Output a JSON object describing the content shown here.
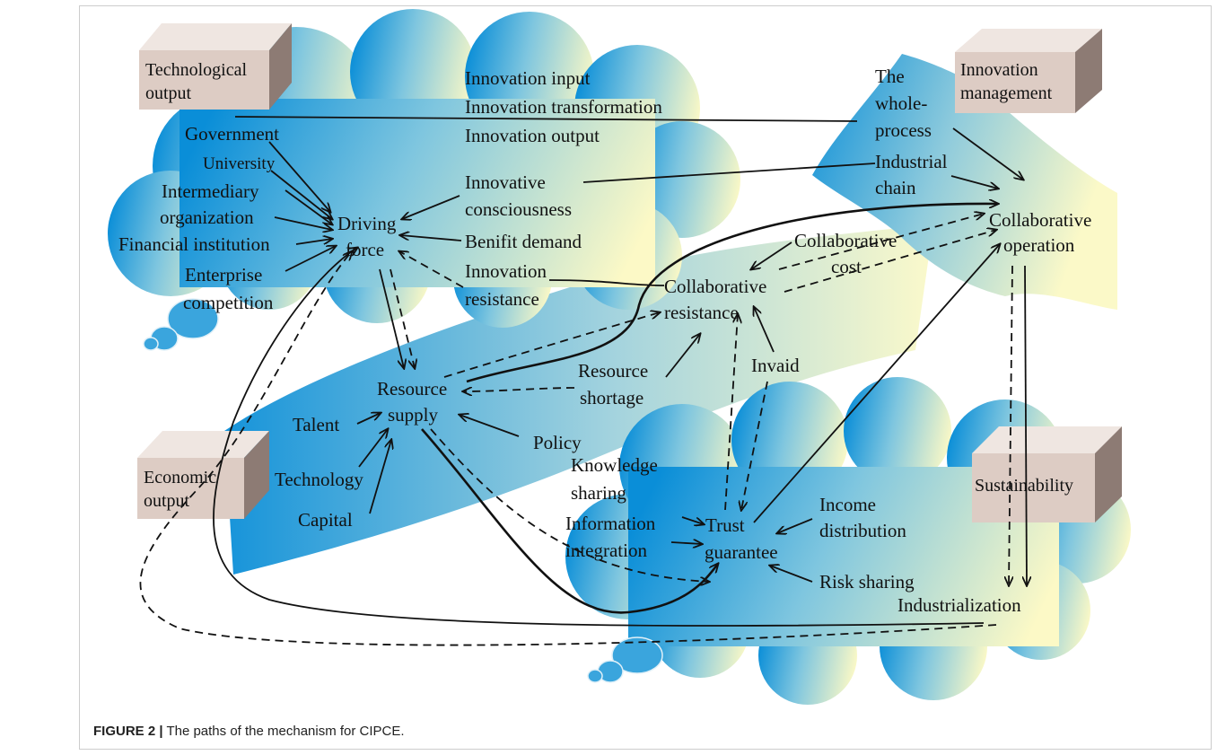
{
  "caption": {
    "label": "FIGURE 2 |",
    "text": " The paths of the mechanism for CIPCE."
  },
  "colors": {
    "blue": "#0a8ed8",
    "cream": "#fbf9c8",
    "box_front": "#ddccc4",
    "box_side": "#8d7b74",
    "box_top": "#efe6e1",
    "ink": "#111111"
  },
  "boxes": {
    "technological_output": [
      "Technological",
      "output"
    ],
    "innovation_management": [
      "Innovation",
      "management"
    ],
    "economic_output": [
      "Economic",
      "output"
    ],
    "sustainability": [
      "Sustainability"
    ]
  },
  "nodes": {
    "innovation_input": "Innovation input",
    "innovation_transformation": "Innovation transformation",
    "innovation_output": "Innovation output",
    "government": "Government",
    "university": "University",
    "intermediary": [
      "Intermediary",
      "organization"
    ],
    "financial": "Financial institution",
    "enterprise": [
      "Enterprise",
      "competition"
    ],
    "driving_force": [
      "Driving",
      "force"
    ],
    "innovative_consciousness": [
      "Innovative",
      "consciousness"
    ],
    "benifit_demand": "Benifit demand",
    "innovation_resistance": [
      "Innovation",
      "resistance"
    ],
    "whole_process": [
      "The",
      "whole-",
      "process"
    ],
    "industrial_chain": [
      "Industrial",
      "chain"
    ],
    "collaborative_operation": [
      "Collaborative",
      "operation"
    ],
    "collaborative_cost": [
      "Collaborative",
      "cost"
    ],
    "collaborative_resistance": [
      "Collaborative",
      "resistance"
    ],
    "resource_supply": [
      "Resource",
      "supply"
    ],
    "resource_shortage": [
      "Resource",
      "shortage"
    ],
    "invaid": "Invaid",
    "talent": "Talent",
    "technology": "Technology",
    "capital": "Capital",
    "policy": "Policy",
    "knowledge_sharing": [
      "Knowledge",
      "sharing"
    ],
    "information_integration": [
      "Information",
      "integration"
    ],
    "trust_guarantee": [
      "Trust",
      "guarantee"
    ],
    "income_distribution": [
      "Income",
      "distribution"
    ],
    "risk_sharing": "Risk sharing",
    "industrialization": "Industrialization"
  }
}
